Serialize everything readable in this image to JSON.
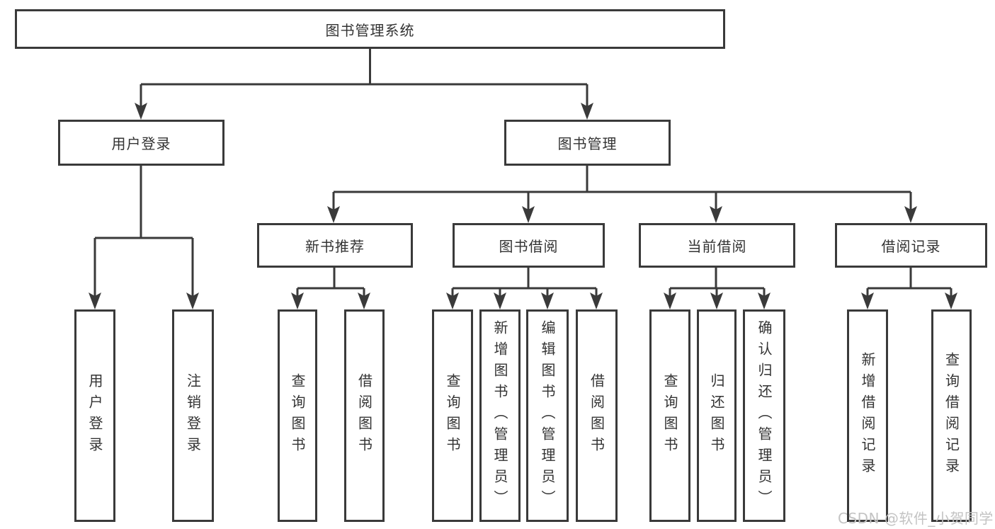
{
  "tree": {
    "label": "图书管理系统",
    "children": [
      {
        "label": "用户登录",
        "children": [
          {
            "label": "用户登录"
          },
          {
            "label": "注销登录"
          }
        ]
      },
      {
        "label": "图书管理",
        "children": [
          {
            "label": "新书推荐",
            "children": [
              {
                "label": "查询图书"
              },
              {
                "label": "借阅图书"
              }
            ]
          },
          {
            "label": "图书借阅",
            "children": [
              {
                "label": "查询图书"
              },
              {
                "label": "新增图书（管理员）"
              },
              {
                "label": "编辑图书（管理员）"
              },
              {
                "label": "借阅图书"
              }
            ]
          },
          {
            "label": "当前借阅",
            "children": [
              {
                "label": "查询图书"
              },
              {
                "label": "归还图书"
              },
              {
                "label": "确认归还（管理员）"
              }
            ]
          },
          {
            "label": "借阅记录",
            "children": [
              {
                "label": "新增借阅记录"
              },
              {
                "label": "查询借阅记录"
              }
            ]
          }
        ]
      }
    ]
  },
  "watermark": "CSDN @软件_小贺同学",
  "colors": {
    "line": "#3a3a3a",
    "text": "#333333",
    "background": "#ffffff",
    "watermark": "#c3c3c3"
  }
}
